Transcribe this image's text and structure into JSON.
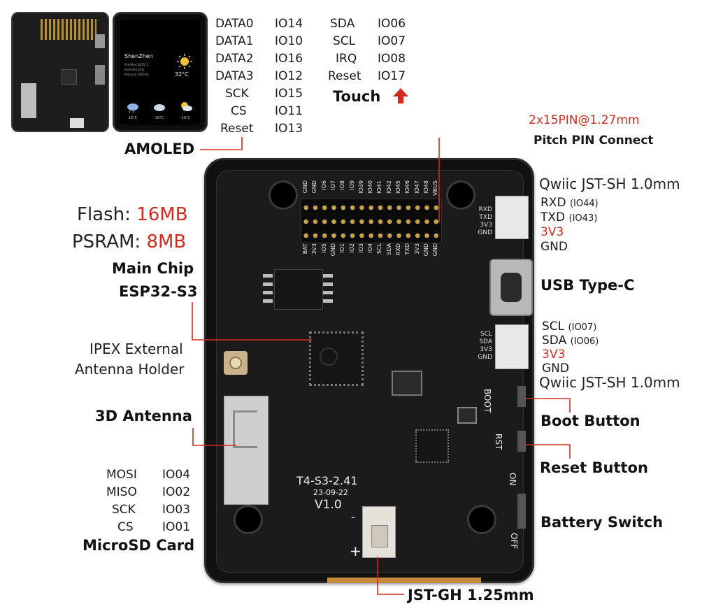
{
  "weather_screen": {
    "city": "ShenZhen",
    "detail1": "Min/Max:30/35°C",
    "detail2": "Humidity:65%",
    "detail3": "Pressure:1000 Pa",
    "temp": "32°C",
    "f1": "-16°C",
    "f2": "-16°C",
    "f3": "-16°C"
  },
  "amoled_pins": [
    {
      "name": "DATA0",
      "io": "IO14"
    },
    {
      "name": "DATA1",
      "io": "IO10"
    },
    {
      "name": "DATA2",
      "io": "IO16"
    },
    {
      "name": "DATA3",
      "io": "IO12"
    },
    {
      "name": "SCK",
      "io": "IO15"
    },
    {
      "name": "CS",
      "io": "IO11"
    },
    {
      "name": "Reset",
      "io": "IO13"
    }
  ],
  "touch_pins": [
    {
      "name": "SDA",
      "io": "IO06"
    },
    {
      "name": "SCL",
      "io": "IO07"
    },
    {
      "name": "IRQ",
      "io": "IO08"
    },
    {
      "name": "Reset",
      "io": "IO17"
    }
  ],
  "labels": {
    "touch": "Touch",
    "amoled": "AMOLED",
    "pitch_spec": "2x15PIN@1.27mm",
    "pitch": "Pitch PIN Connect",
    "flash_label": "Flash: ",
    "flash_value": "16MB",
    "psram_label": "PSRAM: ",
    "psram_value": "8MB",
    "main_chip": "Main Chip",
    "esp": "ESP32-S3",
    "ipex1": "IPEX External",
    "ipex2": "Antenna Holder",
    "antenna3d": "3D Antenna",
    "microsd": "MicroSD Card",
    "qwiic_top": "Qwiic JST-SH 1.0mm",
    "usb": "USB Type-C",
    "qwiic_bottom": "Qwiic JST-SH 1.0mm",
    "boot": "Boot Button",
    "reset": "Reset Button",
    "battery": "Battery Switch",
    "jst": "JST-GH 1.25mm"
  },
  "qwiic_top_pins": [
    {
      "name": "RXD",
      "io": "(IO44)",
      "color": "#1a1a1a"
    },
    {
      "name": "TXD",
      "io": "(IO43)",
      "color": "#1a1a1a"
    },
    {
      "name": "3V3",
      "io": "",
      "color": "#d32a1c"
    },
    {
      "name": "GND",
      "io": "",
      "color": "#1a1a1a"
    }
  ],
  "qwiic_bottom_pins": [
    {
      "name": "SCL",
      "io": "(IO07)",
      "color": "#1a1a1a"
    },
    {
      "name": "SDA",
      "io": "(IO06)",
      "color": "#1a1a1a"
    },
    {
      "name": "3V3",
      "io": "",
      "color": "#d32a1c"
    },
    {
      "name": "GND",
      "io": "",
      "color": "#1a1a1a"
    }
  ],
  "sd_pins": [
    {
      "name": "MOSI",
      "io": "IO04"
    },
    {
      "name": "MISO",
      "io": "IO02"
    },
    {
      "name": "SCK",
      "io": "IO03"
    },
    {
      "name": "CS",
      "io": "IO01"
    }
  ],
  "board": {
    "model": "T4-S3-2.41",
    "date": "23-09-22",
    "version": "V1.0",
    "silk_boot": "BOOT",
    "silk_rst": "RST",
    "silk_on": "ON",
    "silk_off": "OFF",
    "silk_minus": "-",
    "silk_plus": "+",
    "conn_top": [
      "RXD",
      "TXD",
      "3V3",
      "GND"
    ],
    "conn_bottom": [
      "SCL",
      "SDA",
      "3V3",
      "GND"
    ],
    "header_top": [
      "GND",
      "GND",
      "IO6",
      "IO7",
      "IO8",
      "IO9",
      "IO39",
      "IO40",
      "IO41",
      "IO42",
      "IO45",
      "IO46",
      "IO47",
      "IO48",
      "VBUS"
    ],
    "header_bottom": [
      "BAT",
      "3V3",
      "IO5",
      "GND",
      "IO1",
      "IO2",
      "IO3",
      "IO4",
      "SCL",
      "SDA",
      "RXD",
      "TXD",
      "3V3",
      "GND",
      "GND"
    ]
  },
  "colors": {
    "accent_red": "#d32a1c",
    "board": "#1c1c1c",
    "board_edge": "#444444"
  }
}
